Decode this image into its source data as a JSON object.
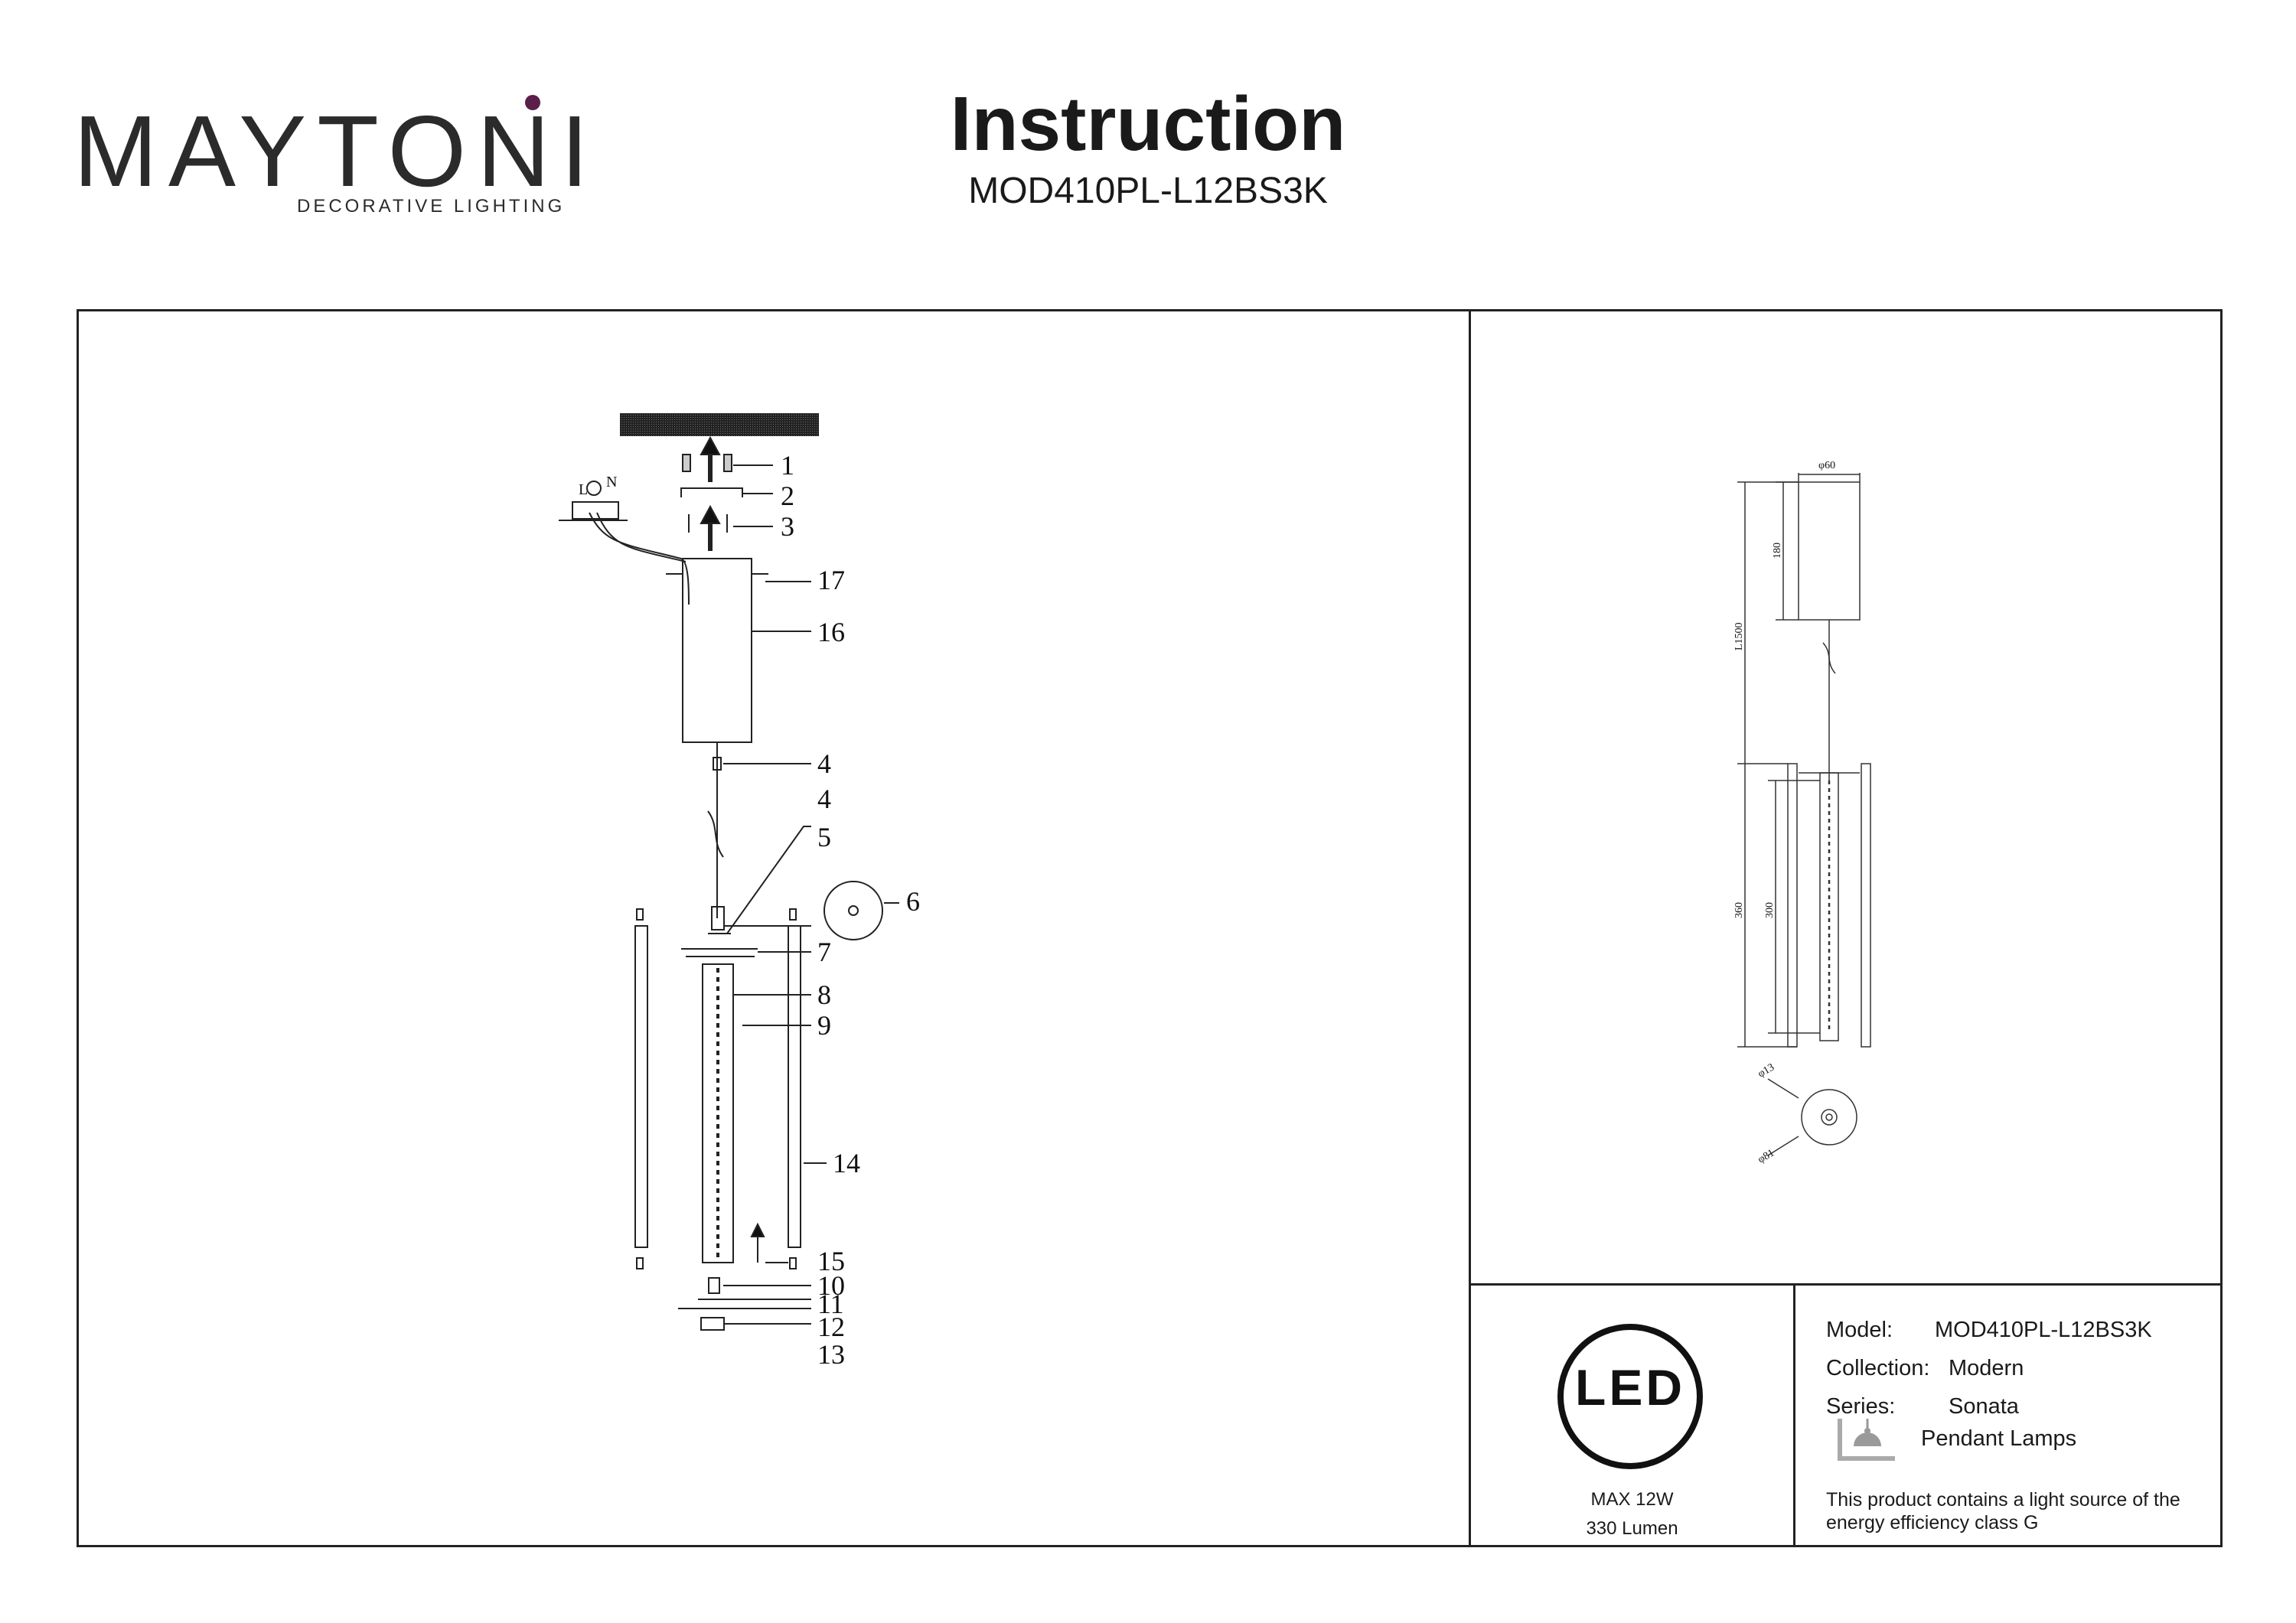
{
  "brand": {
    "name": "MAYTONI",
    "tagline": "DECORATIVE LIGHTING",
    "accent_color": "#5b1f4a"
  },
  "header": {
    "title": "Instruction",
    "model_code": "MOD410PL-L12BS3K"
  },
  "assembly": {
    "callouts": [
      "1",
      "2",
      "3",
      "17",
      "16",
      "4",
      "4",
      "5",
      "6",
      "7",
      "8",
      "9",
      "14",
      "15",
      "10",
      "11",
      "12",
      "13"
    ],
    "wiring_labels": {
      "live": "L",
      "neutral": "N"
    }
  },
  "dimensions": {
    "top_diameter": "φ60",
    "canopy_height": "180",
    "cable_length": "L1500",
    "body_height": "360",
    "tube_height": "300",
    "small_diameter": "φ13",
    "ring_diameter": "φ81"
  },
  "badge": {
    "icon": "led-icon",
    "logo_text": "LED",
    "power": "MAX 12W",
    "lumen": "330 Lumen"
  },
  "specs": {
    "model_label": "Model:",
    "model_value": "MOD410PL-L12BS3K",
    "collection_label": "Collection:",
    "collection_value": "Modern",
    "series_label": "Series:",
    "series_value": "Sonata",
    "type_icon": "pendant-lamp-icon",
    "type_value": "Pendant Lamps",
    "energy_note": "This product contains a light source of the energy efficiency class G"
  }
}
